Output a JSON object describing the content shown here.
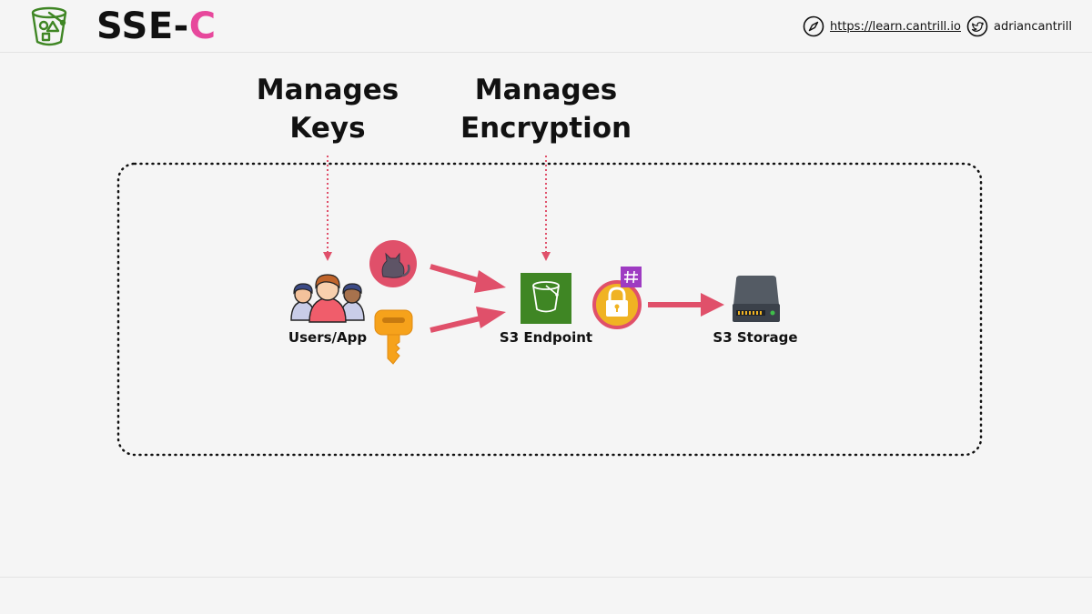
{
  "header": {
    "title_main": "SSE-",
    "title_accent": "C",
    "website": "https://learn.cantrill.io",
    "handle": "adriancantrill",
    "icons": {
      "logo": "s3-bucket-outline-icon",
      "website": "compass-icon",
      "social": "twitter-bird-icon"
    },
    "colors": {
      "logo": "#3f8624",
      "accent": "#e7489c"
    }
  },
  "diagram": {
    "headings": {
      "keys_line1": "Manages",
      "keys_line2": "Keys",
      "encryption_line1": "Manages",
      "encryption_line2": "Encryption"
    },
    "nodes": {
      "users": "Users/App",
      "endpoint": "S3 Endpoint",
      "storage": "S3 Storage"
    },
    "icons": [
      "users-group-icon",
      "cat-object-icon",
      "key-icon",
      "s3-bucket-icon",
      "padlock-icon",
      "hash-icon",
      "storage-drive-icon"
    ],
    "colors": {
      "arrow": "#e0506a",
      "dotted_guide": "#e0506a",
      "boundary": "#111111",
      "s3": "#3f8624",
      "key": "#f6a21b",
      "lock": "#f0b323",
      "hash": "#9e3bc2"
    }
  }
}
